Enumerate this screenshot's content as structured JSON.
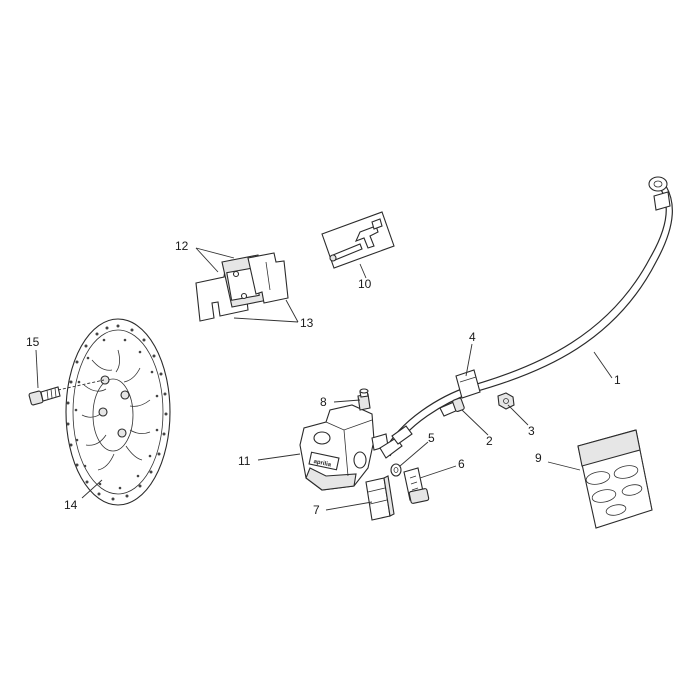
{
  "callouts": [
    {
      "id": "1",
      "text": "1"
    },
    {
      "id": "2",
      "text": "2"
    },
    {
      "id": "3",
      "text": "3"
    },
    {
      "id": "4",
      "text": "4"
    },
    {
      "id": "5",
      "text": "5"
    },
    {
      "id": "6",
      "text": "6"
    },
    {
      "id": "7",
      "text": "7"
    },
    {
      "id": "8",
      "text": "8"
    },
    {
      "id": "9",
      "text": "9"
    },
    {
      "id": "10",
      "text": "10"
    },
    {
      "id": "11",
      "text": "11"
    },
    {
      "id": "12",
      "text": "12"
    },
    {
      "id": "13",
      "text": "13"
    },
    {
      "id": "14",
      "text": "14"
    },
    {
      "id": "15",
      "text": "15"
    }
  ],
  "caliper_brand": "aprilia"
}
